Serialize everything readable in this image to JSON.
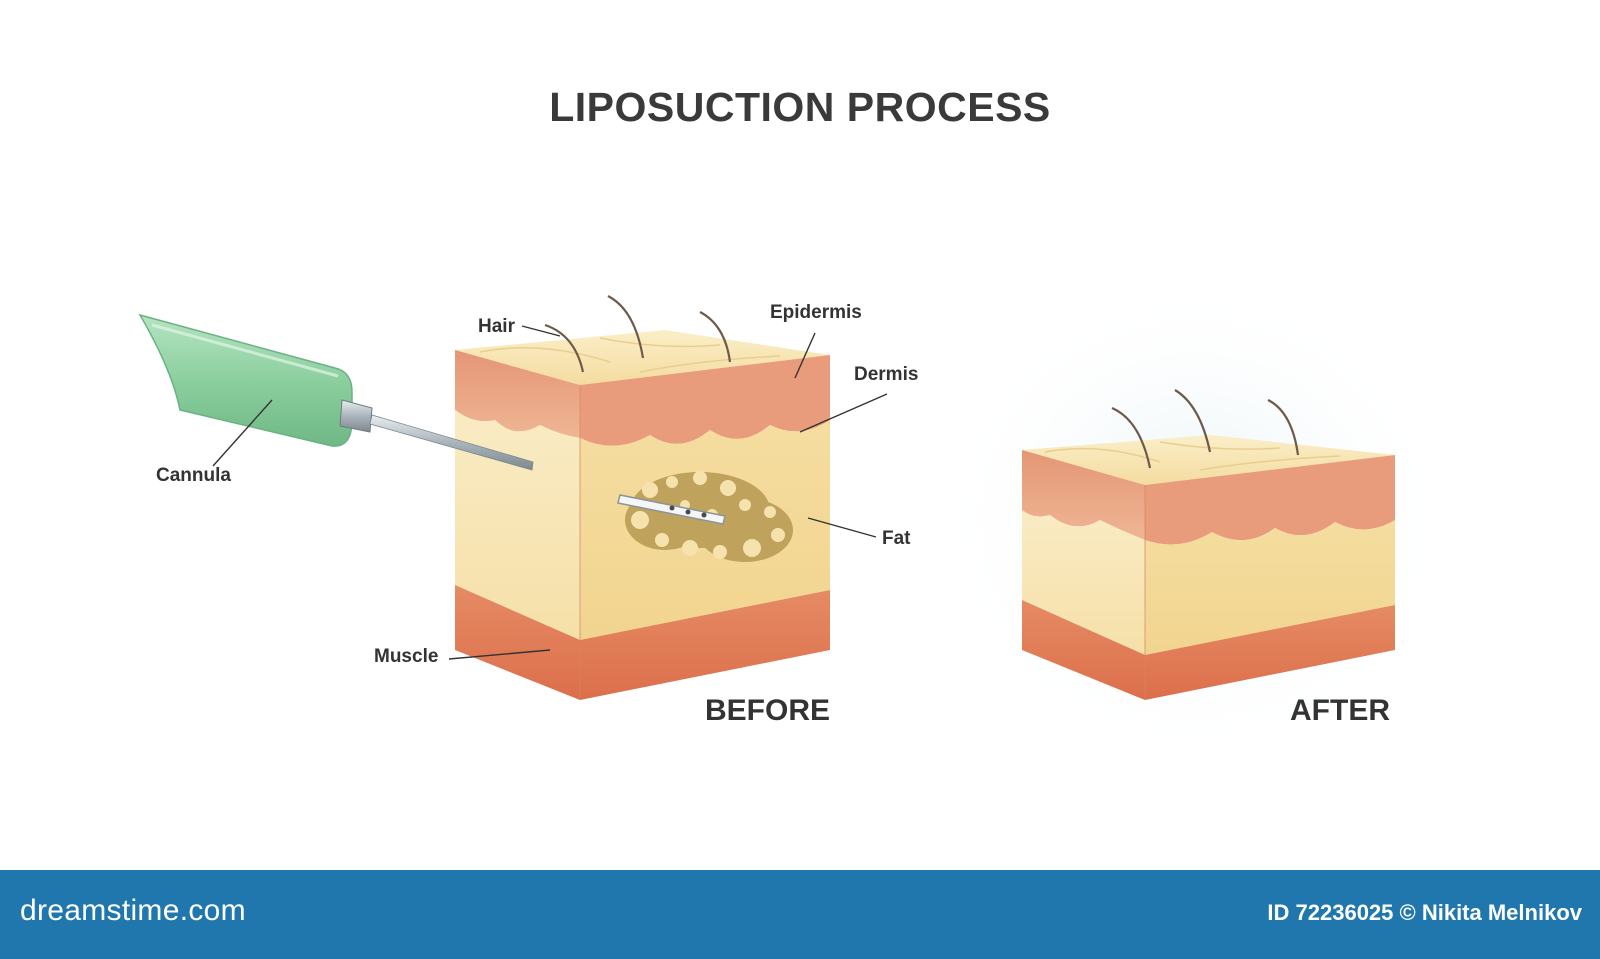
{
  "title": "LIPOSUCTION PROCESS",
  "labels": {
    "hair": "Hair",
    "epidermis": "Epidermis",
    "dermis": "Dermis",
    "cannula": "Cannula",
    "fat": "Fat",
    "muscle": "Muscle"
  },
  "captions": {
    "before": "BEFORE",
    "after": "AFTER"
  },
  "footer": {
    "brand": "dreamstime.com",
    "credit": "ID 72236025 © Nikita Melnikov"
  },
  "colors": {
    "epidermis": "#f7e2ad",
    "dermis": "#e8987a",
    "fat": "#f8e7b5",
    "muscle": "#e37b56",
    "fat_cluster": "#bfa35c",
    "cannula_handle": "#8fd1a3",
    "footer": "#1f77ad"
  }
}
